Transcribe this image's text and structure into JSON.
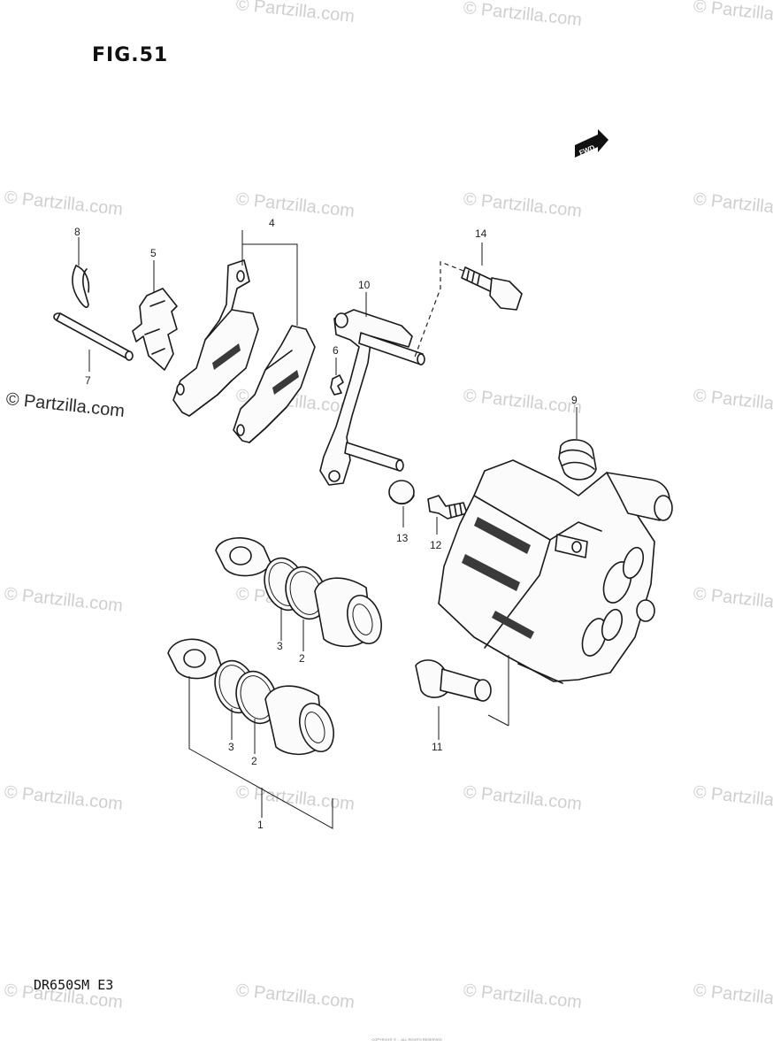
{
  "figure": {
    "title": "FIG.51",
    "model": "DR650SM  E3",
    "direction_marker": "FWD",
    "fine_print": "COPYRIGHT © ... ALL RIGHTS RESERVED"
  },
  "watermarks": {
    "text": "© Partzilla.com",
    "prominent_text": "© Partzilla.com"
  },
  "callouts": [
    {
      "id": "c1",
      "label": "1"
    },
    {
      "id": "c2a",
      "label": "2"
    },
    {
      "id": "c2b",
      "label": "2"
    },
    {
      "id": "c3a",
      "label": "3"
    },
    {
      "id": "c3b",
      "label": "3"
    },
    {
      "id": "c4",
      "label": "4"
    },
    {
      "id": "c5",
      "label": "5"
    },
    {
      "id": "c6",
      "label": "6"
    },
    {
      "id": "c7",
      "label": "7"
    },
    {
      "id": "c8",
      "label": "8"
    },
    {
      "id": "c9",
      "label": "9"
    },
    {
      "id": "c10",
      "label": "10"
    },
    {
      "id": "c11",
      "label": "11"
    },
    {
      "id": "c12",
      "label": "12"
    },
    {
      "id": "c13",
      "label": "13"
    },
    {
      "id": "c14",
      "label": "14"
    }
  ],
  "parts": {
    "caliper": "caliper-body",
    "pads": "brake-pad-set",
    "pin": "pad-mounting-pin",
    "spring": "pad-spring",
    "clip": "retaining-clip",
    "bracket": "caliper-bracket",
    "bolt": "bracket-bolt",
    "bleeder": "bleeder-screw",
    "cap": "bleeder-cap",
    "boots": "slide-pin-boot",
    "pistons": "piston",
    "seals": "piston-seal"
  }
}
